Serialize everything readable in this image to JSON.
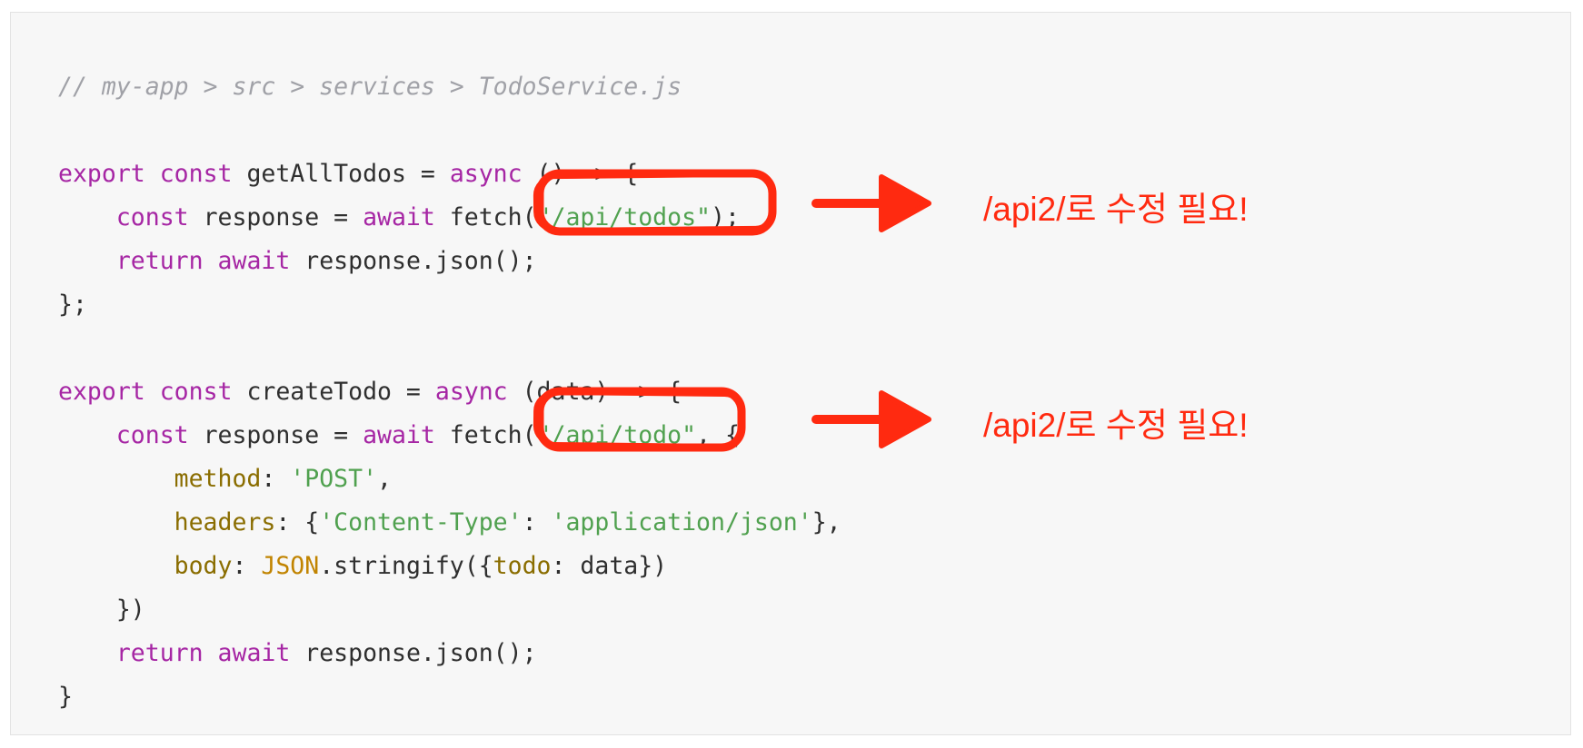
{
  "code": {
    "lines": [
      [
        {
          "t": "// my-app > src > services > TodoService.js",
          "c": "comment"
        }
      ],
      [],
      [
        {
          "t": "export",
          "c": "keyword"
        },
        {
          "t": " ",
          "c": "plain"
        },
        {
          "t": "const",
          "c": "keyword"
        },
        {
          "t": " getAllTodos = ",
          "c": "plain"
        },
        {
          "t": "async",
          "c": "keyword"
        },
        {
          "t": " () => {",
          "c": "plain"
        }
      ],
      [
        {
          "t": "    ",
          "c": "plain"
        },
        {
          "t": "const",
          "c": "keyword"
        },
        {
          "t": " response = ",
          "c": "plain"
        },
        {
          "t": "await",
          "c": "keyword"
        },
        {
          "t": " fetch(",
          "c": "plain"
        },
        {
          "t": "\"/api/todos\"",
          "c": "string"
        },
        {
          "t": ");",
          "c": "plain"
        }
      ],
      [
        {
          "t": "    ",
          "c": "plain"
        },
        {
          "t": "return",
          "c": "keyword"
        },
        {
          "t": " ",
          "c": "plain"
        },
        {
          "t": "await",
          "c": "keyword"
        },
        {
          "t": " response.json();",
          "c": "plain"
        }
      ],
      [
        {
          "t": "};",
          "c": "plain"
        }
      ],
      [],
      [
        {
          "t": "export",
          "c": "keyword"
        },
        {
          "t": " ",
          "c": "plain"
        },
        {
          "t": "const",
          "c": "keyword"
        },
        {
          "t": " createTodo = ",
          "c": "plain"
        },
        {
          "t": "async",
          "c": "keyword"
        },
        {
          "t": " (data) => {",
          "c": "plain"
        }
      ],
      [
        {
          "t": "    ",
          "c": "plain"
        },
        {
          "t": "const",
          "c": "keyword"
        },
        {
          "t": " response = ",
          "c": "plain"
        },
        {
          "t": "await",
          "c": "keyword"
        },
        {
          "t": " fetch(",
          "c": "plain"
        },
        {
          "t": "\"/api/todo\"",
          "c": "string"
        },
        {
          "t": ", {",
          "c": "plain"
        }
      ],
      [
        {
          "t": "        ",
          "c": "plain"
        },
        {
          "t": "method",
          "c": "prop"
        },
        {
          "t": ": ",
          "c": "plain"
        },
        {
          "t": "'POST'",
          "c": "string"
        },
        {
          "t": ",",
          "c": "plain"
        }
      ],
      [
        {
          "t": "        ",
          "c": "plain"
        },
        {
          "t": "headers",
          "c": "prop"
        },
        {
          "t": ": {",
          "c": "plain"
        },
        {
          "t": "'Content-Type'",
          "c": "string"
        },
        {
          "t": ": ",
          "c": "plain"
        },
        {
          "t": "'application/json'",
          "c": "string"
        },
        {
          "t": "},",
          "c": "plain"
        }
      ],
      [
        {
          "t": "        ",
          "c": "plain"
        },
        {
          "t": "body",
          "c": "prop"
        },
        {
          "t": ": ",
          "c": "plain"
        },
        {
          "t": "JSON",
          "c": "builtin"
        },
        {
          "t": ".stringify({",
          "c": "plain"
        },
        {
          "t": "todo",
          "c": "prop"
        },
        {
          "t": ": data})",
          "c": "plain"
        }
      ],
      [
        {
          "t": "    })",
          "c": "plain"
        }
      ],
      [
        {
          "t": "    ",
          "c": "plain"
        },
        {
          "t": "return",
          "c": "keyword"
        },
        {
          "t": " ",
          "c": "plain"
        },
        {
          "t": "await",
          "c": "keyword"
        },
        {
          "t": " response.json();",
          "c": "plain"
        }
      ],
      [
        {
          "t": "}",
          "c": "plain"
        }
      ]
    ]
  },
  "annotations": [
    {
      "note": "/api2/로 수정 필요!"
    },
    {
      "note": "/api2/로 수정 필요!"
    }
  ],
  "colors": {
    "annotation_red": "#ff2a10",
    "keyword": "#a626a4",
    "string": "#50a14f",
    "property": "#8a6d00",
    "comment": "#a0a1a7"
  },
  "icons": {
    "arrow": "arrow-right-icon"
  }
}
